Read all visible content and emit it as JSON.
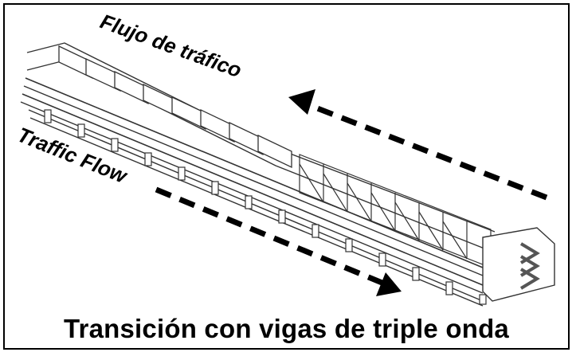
{
  "labels": {
    "upper_flow": "Flujo de tráfico",
    "lower_flow": "Traffic Flow",
    "caption": "Transición con vigas de triple onda"
  },
  "colors": {
    "ink": "#000000",
    "line_art": "#333333",
    "paper": "#ffffff"
  }
}
